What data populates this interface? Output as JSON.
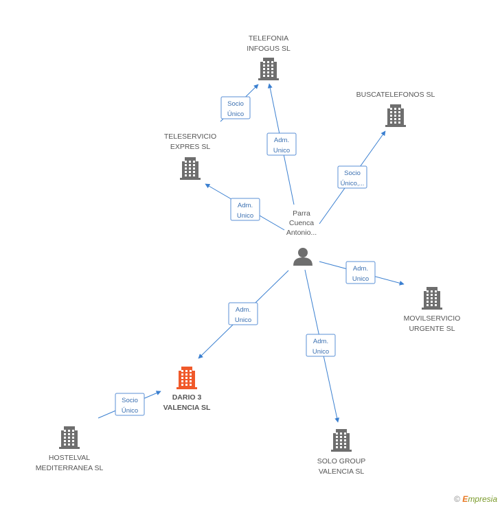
{
  "colors": {
    "edge": "#3a7fd0",
    "company": "#6e6e6e",
    "main_company": "#f0592a",
    "person": "#6e6e6e",
    "label_border": "#5a8fd6"
  },
  "person": {
    "label": [
      "Parra",
      "Cuenca",
      "Antonio..."
    ],
    "icon": "person-icon"
  },
  "companies": [
    {
      "id": "telefonia",
      "label": [
        "TELEFONIA",
        "INFOGUS SL"
      ],
      "main": false,
      "icon": "building-icon"
    },
    {
      "id": "buscatelefonos",
      "label": [
        "BUSCATELEFONOS SL"
      ],
      "main": false,
      "icon": "building-icon"
    },
    {
      "id": "teleservicio",
      "label": [
        "TELESERVICIO",
        "EXPRES SL"
      ],
      "main": false,
      "icon": "building-icon"
    },
    {
      "id": "movilservicio",
      "label": [
        "MOVILSERVICIO",
        "URGENTE SL"
      ],
      "main": false,
      "icon": "building-icon"
    },
    {
      "id": "dario",
      "label": [
        "DARIO 3",
        "VALENCIA SL"
      ],
      "main": true,
      "icon": "building-icon"
    },
    {
      "id": "hostelval",
      "label": [
        "HOSTELVAL",
        "MEDITERRANEA SL"
      ],
      "main": false,
      "icon": "building-icon"
    },
    {
      "id": "solo",
      "label": [
        "SOLO GROUP",
        "VALENCIA SL"
      ],
      "main": false,
      "icon": "building-icon"
    }
  ],
  "edges": [
    {
      "id": "person-telefonia",
      "label": [
        "Adm.",
        "Unico"
      ]
    },
    {
      "id": "teleservicio-telefonia",
      "label": [
        "Socio",
        "Único"
      ]
    },
    {
      "id": "person-buscatelefonos",
      "label": [
        "Socio",
        "Único,..."
      ]
    },
    {
      "id": "person-teleservicio",
      "label": [
        "Adm.",
        "Unico"
      ]
    },
    {
      "id": "person-movilservicio",
      "label": [
        "Adm.",
        "Unico"
      ]
    },
    {
      "id": "person-dario",
      "label": [
        "Adm.",
        "Unico"
      ]
    },
    {
      "id": "person-solo",
      "label": [
        "Adm.",
        "Unico"
      ]
    },
    {
      "id": "hostelval-dario",
      "label": [
        "Socio",
        "Único"
      ]
    }
  ],
  "footer": {
    "copyright": "©",
    "brand_initial": "E",
    "brand_rest": "mpresia"
  }
}
